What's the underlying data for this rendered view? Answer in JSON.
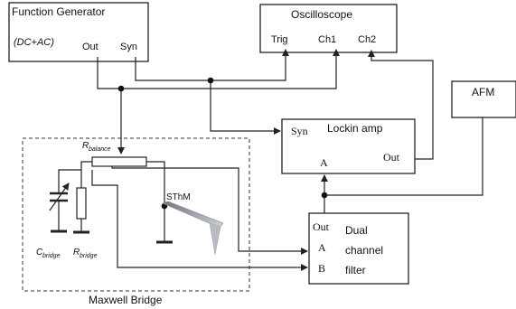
{
  "function_generator": {
    "title": "Function Generator",
    "mode": "(DC+AC)",
    "out_label": "Out",
    "syn_label": "Syn"
  },
  "oscilloscope": {
    "title": "Oscilloscope",
    "trig_label": "Trig",
    "ch1_label": "Ch1",
    "ch2_label": "Ch2"
  },
  "afm": {
    "title": "AFM"
  },
  "lockin": {
    "syn_label": "Syn",
    "title": "Lockin amp",
    "a_label": "A",
    "out_label": "Out"
  },
  "filter": {
    "out_label": "Out",
    "a_label": "A",
    "b_label": "B",
    "line1": "Dual",
    "line2": "channel",
    "line3": "filter"
  },
  "bridge": {
    "title": "Maxwell Bridge",
    "r_balance_main": "R",
    "r_balance_sub": "balance",
    "c_bridge_main": "C",
    "c_bridge_sub": "bridge",
    "r_bridge_main": "R",
    "r_bridge_sub": "bridge",
    "sthm_label": "SThM"
  },
  "colors": {
    "line": "#222222",
    "probe_dark": "#7d8087",
    "probe_light": "#c9ccd2"
  }
}
